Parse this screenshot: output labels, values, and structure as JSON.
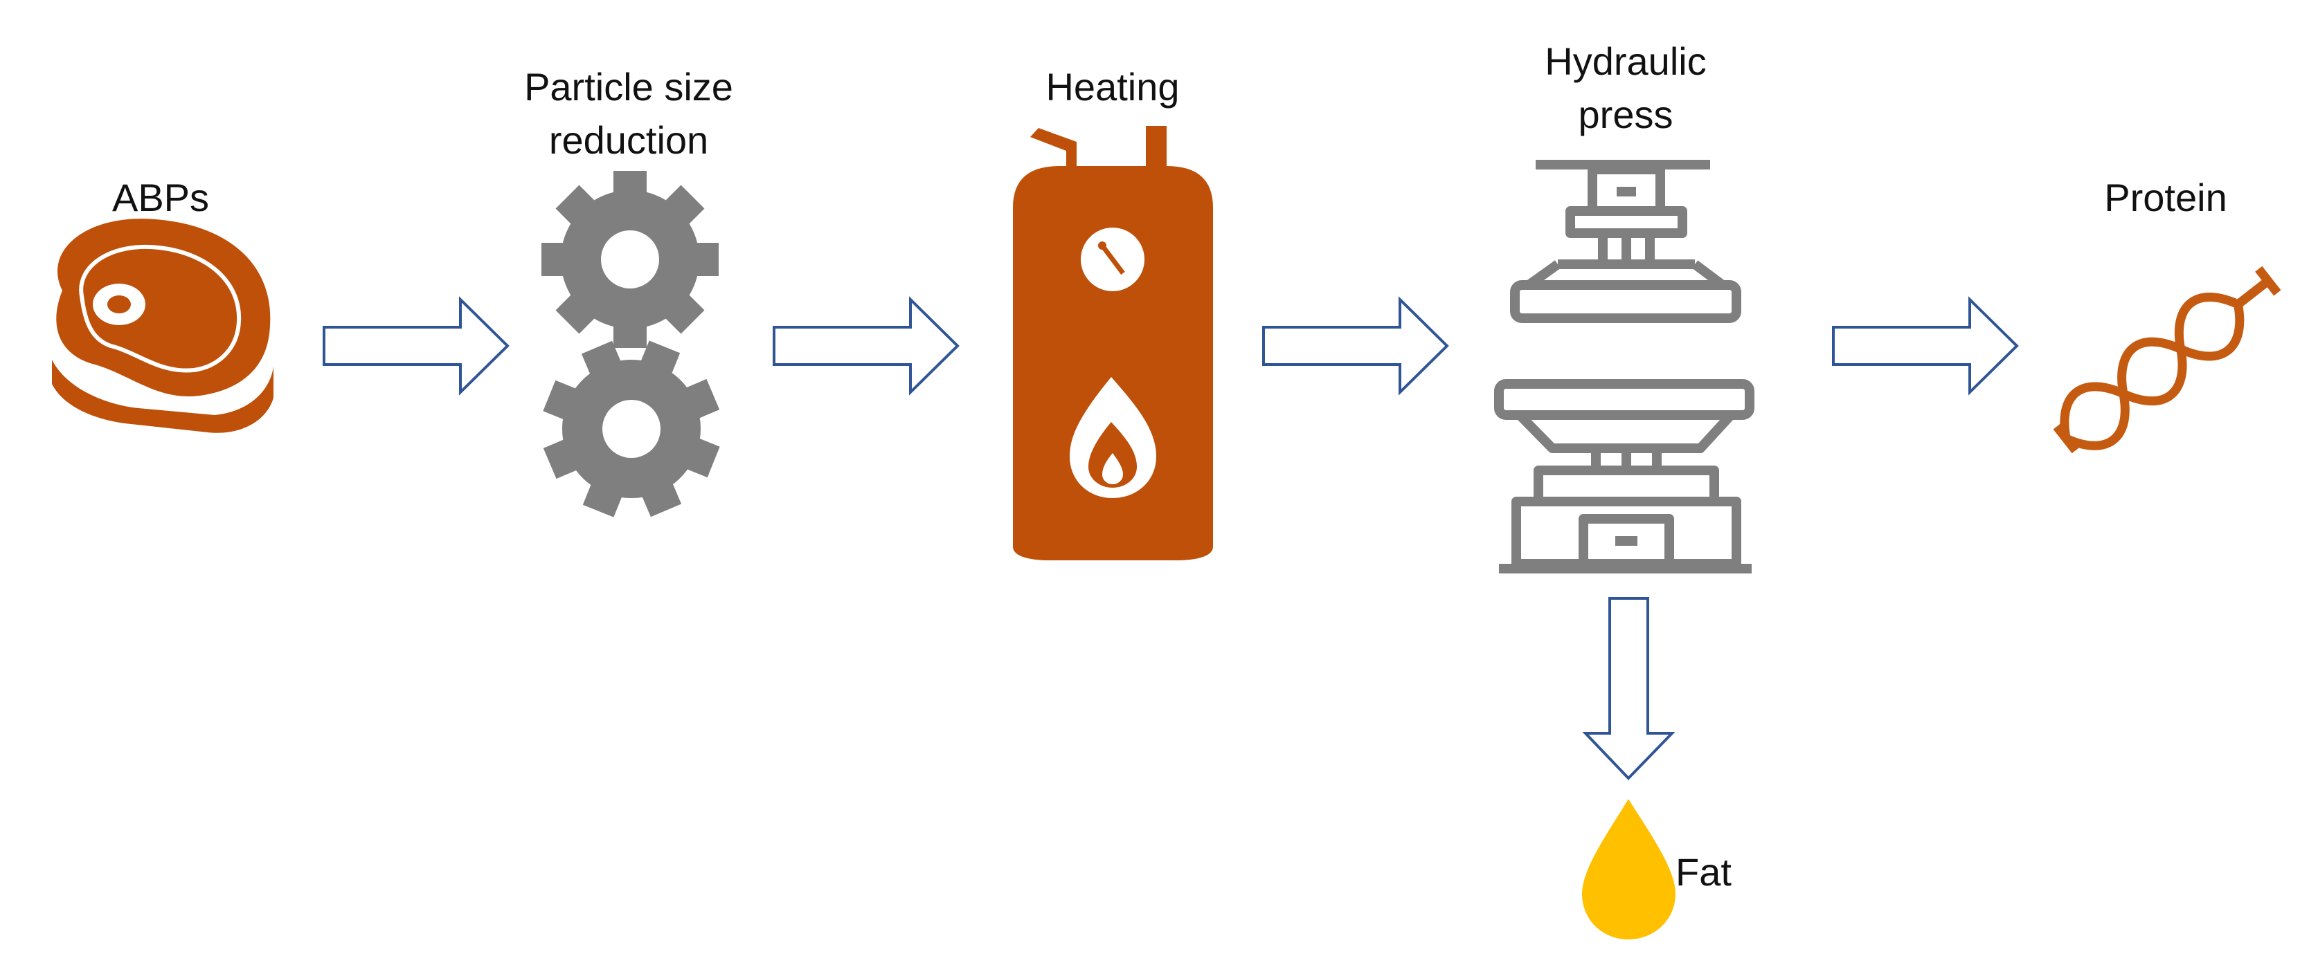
{
  "diagram": {
    "steps": [
      {
        "id": "abps",
        "label": "ABPs",
        "icon": "meat-steak-icon"
      },
      {
        "id": "size",
        "label_lines": [
          "Particle size",
          "reduction"
        ],
        "icon": "gears-icon"
      },
      {
        "id": "heating",
        "label": "Heating",
        "icon": "boiler-icon"
      },
      {
        "id": "press",
        "label_lines": [
          "Hydraulic",
          "press"
        ],
        "icon": "hydraulic-press-icon"
      },
      {
        "id": "protein",
        "label": "Protein",
        "icon": "protein-helix-icon"
      }
    ],
    "output": {
      "label": "Fat",
      "icon": "oil-drop-icon"
    },
    "colors": {
      "meat": "#BF5009",
      "boiler": "#BF5009",
      "gears": "#7F7F7F",
      "press": "#7F7F7F",
      "protein": "#C55A11",
      "fat": "#FFC000",
      "arrow": "#2F5597"
    }
  }
}
